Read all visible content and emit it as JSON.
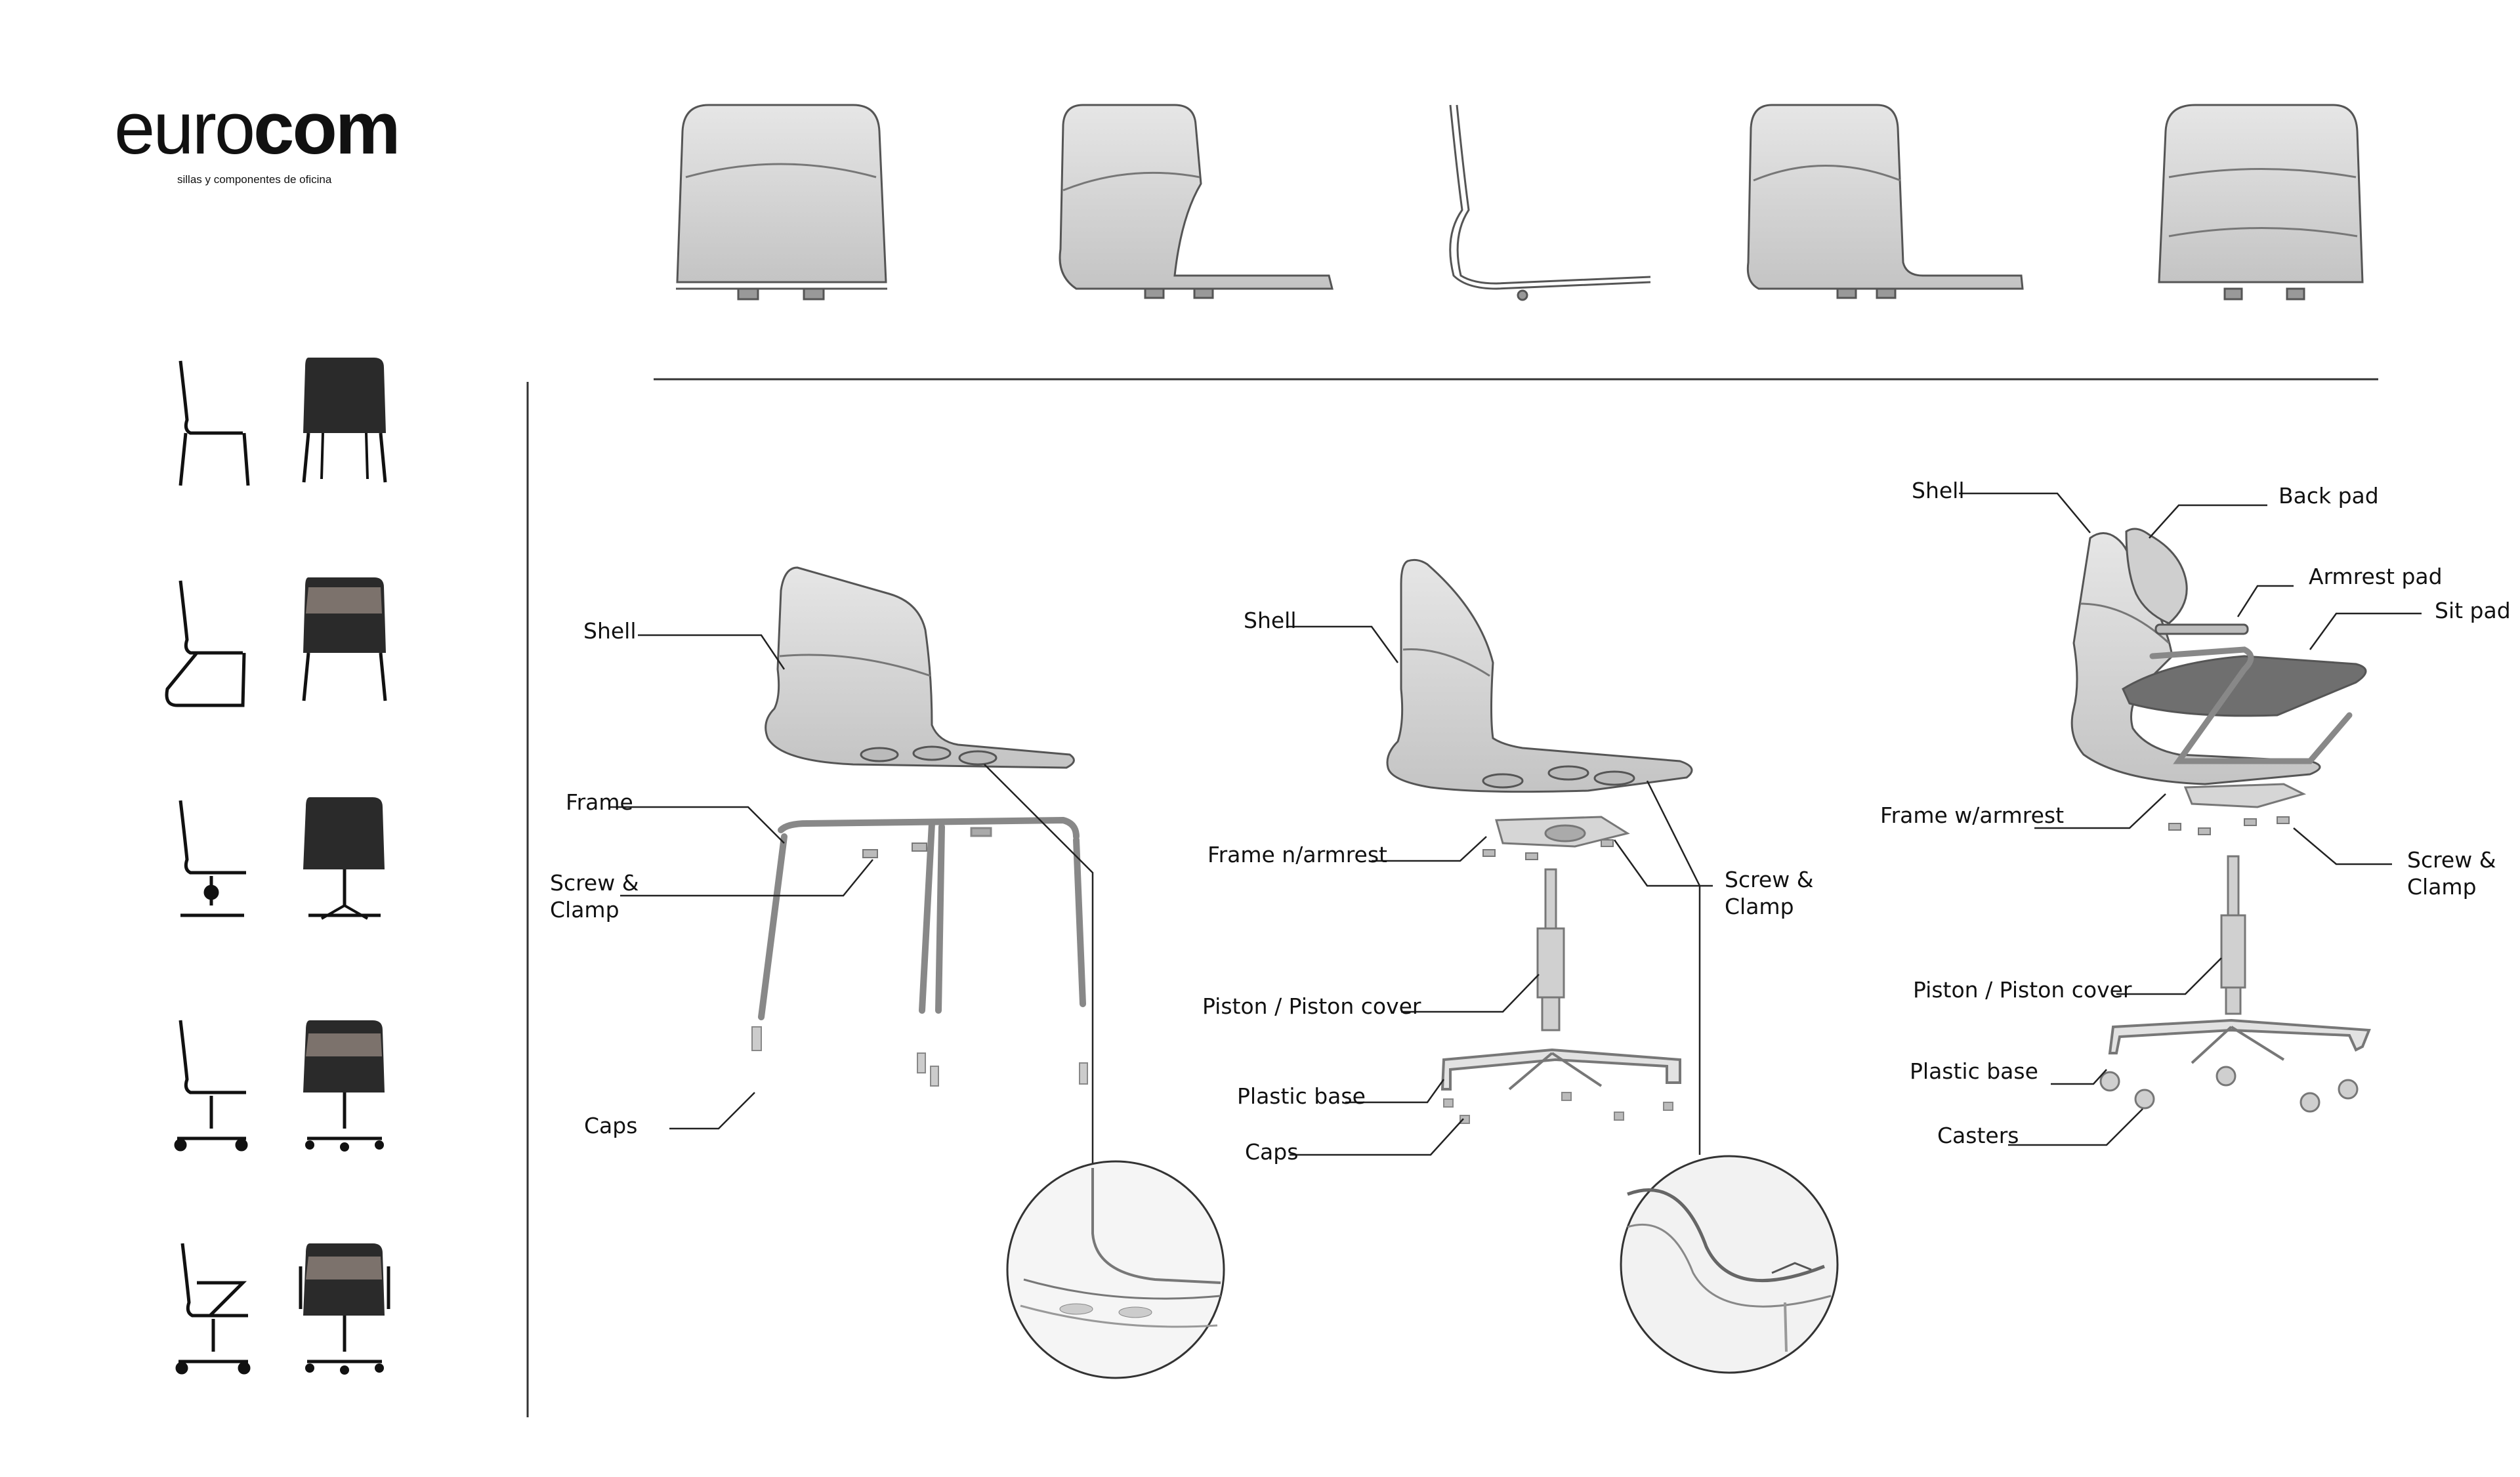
{
  "brand": {
    "name_light": "euro",
    "name_bold": "com",
    "tagline": "sillas y componentes de oficina"
  },
  "diagram1": {
    "shell": "Shell",
    "frame": "Frame",
    "screw_clamp": "Screw & Clamp",
    "caps": "Caps"
  },
  "diagram2": {
    "shell": "Shell",
    "frame": "Frame n/armrest",
    "piston": "Piston / Piston cover",
    "base": "Plastic base",
    "caps": "Caps",
    "screw_clamp": "Screw & Clamp"
  },
  "diagram3": {
    "shell": "Shell",
    "back_pad": "Back pad",
    "armrest_pad": "Armrest pad",
    "sit_pad": "Sit pad",
    "frame": "Frame w/armrest",
    "screw_clamp": "Screw & Clamp",
    "piston": "Piston / Piston cover",
    "base": "Plastic base",
    "casters": "Casters"
  },
  "colors": {
    "line": "#222222",
    "shell_fill": "#d9d9d9",
    "shell_stroke": "#555555",
    "dark_chair": "#2a2a2a",
    "upholstery": "#7c726c"
  }
}
